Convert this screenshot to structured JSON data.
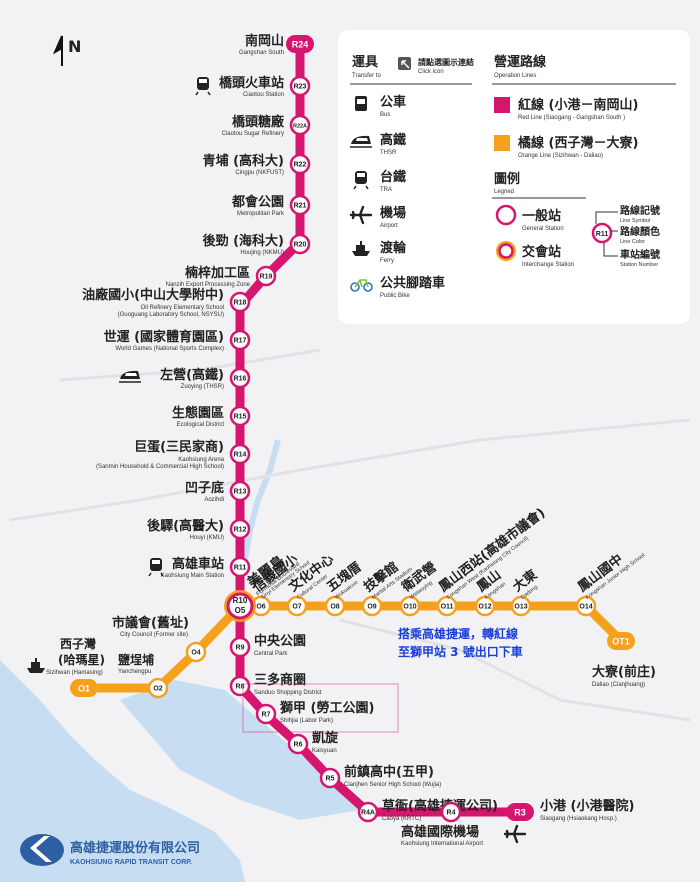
{
  "north": "N",
  "colors": {
    "red": "#d6156f",
    "orange": "#f6a11c",
    "water": "#c7def2",
    "land": "#f2f2f4",
    "road": "#e2e2e6",
    "logo": "#2f5fa3",
    "note": "#1a3fd8"
  },
  "red_stations": [
    {
      "code": "R24",
      "zh": "南岡山",
      "en": "Gangshan South",
      "terminal": true
    },
    {
      "code": "R23",
      "zh": "橋頭火車站",
      "en": "Ciaotou Station",
      "icon": "train-icon"
    },
    {
      "code": "R22A",
      "zh": "橋頭糖廠",
      "en": "Ciaotou Sugar Refinery"
    },
    {
      "code": "R22",
      "zh": "青埔 (高科大)",
      "en": "Cingpu (NKFUST)"
    },
    {
      "code": "R21",
      "zh": "都會公園",
      "en": "Metropolitan Park"
    },
    {
      "code": "R20",
      "zh": "後勁 (海科大)",
      "en": "Houjing (NKMU)"
    },
    {
      "code": "R19",
      "zh": "楠梓加工區",
      "en": "Nanzih Export Processing Zone"
    },
    {
      "code": "R18",
      "zh": "油廠國小(中山大學附中)",
      "en": "Oil Refinery Elementary School",
      "en2": "(Guoguang Laboratory School, NSYSU)"
    },
    {
      "code": "R17",
      "zh": "世運 (國家體育園區)",
      "en": "World Games (National Sports Complex)"
    },
    {
      "code": "R16",
      "zh": "左營(高鐵)",
      "en": "Zuoying (THSR)",
      "icon": "thsr-train-icon"
    },
    {
      "code": "R15",
      "zh": "生態園區",
      "en": "Ecological District"
    },
    {
      "code": "R14",
      "zh": "巨蛋(三民家商)",
      "en": "Kaohsiung Arena",
      "en2": "(Sanmin Household & Commercial High School)"
    },
    {
      "code": "R13",
      "zh": "凹子底",
      "en": "Aozihdi"
    },
    {
      "code": "R12",
      "zh": "後驛(高醫大)",
      "en": "Houyi (KMU)"
    },
    {
      "code": "R11",
      "zh": "高雄車站",
      "en": "Kaohsiung Main Station",
      "icon": "train-icon"
    },
    {
      "code": "R9",
      "zh": "中央公園",
      "en": "Central Park"
    },
    {
      "code": "R8",
      "zh": "三多商圈",
      "en": "Sanduo Shopping District"
    },
    {
      "code": "R7",
      "zh": "獅甲 (勞工公園)",
      "en": "Shihjia (Labor Park)"
    },
    {
      "code": "R6",
      "zh": "凱旋",
      "en": "Kaisyuan"
    },
    {
      "code": "R5",
      "zh": "前鎮高中(五甲)",
      "en": "Cianjhen Senior High School (Wujia)"
    },
    {
      "code": "R4A",
      "zh": "草衙(高雄捷運公司)",
      "en": "Caoya (KRTC)"
    },
    {
      "code": "R4",
      "zh": "高雄國際機場",
      "en": "Kaohsiung International Airport",
      "icon": "airplane-icon"
    },
    {
      "code": "R3",
      "zh": "小港 (小港醫院)",
      "en": "Siaogang (Hsiaokang Hosp.)",
      "terminal": true
    }
  ],
  "interchange": {
    "code": "R10",
    "code2": "O5",
    "zh": "美麗島",
    "en": "Formosa Boulevard"
  },
  "orange_stations": [
    {
      "code": "O1",
      "zh": "西子灣\n(哈瑪星)",
      "en": "Sizihwan (Hamasing)",
      "terminal": true,
      "icon": "ferry-icon"
    },
    {
      "code": "O2",
      "zh": "鹽埕埔",
      "en": "Yanchengpu"
    },
    {
      "code": "O4",
      "zh": "市議會(舊址)",
      "en": "City Council (Former site)"
    },
    {
      "code": "O6",
      "zh": "信義國小",
      "en": "Sinyi Elementary School"
    },
    {
      "code": "O7",
      "zh": "文化中心",
      "en": "Cultural Center"
    },
    {
      "code": "O8",
      "zh": "五塊厝",
      "en": "Wukuaicuo"
    },
    {
      "code": "O9",
      "zh": "技擊館",
      "en": "Martial Arts Stadium"
    },
    {
      "code": "O10",
      "zh": "衛武營",
      "en": "Weiwuying"
    },
    {
      "code": "O11",
      "zh": "鳳山西站(高雄市議會)",
      "en": "Fongshan West (Kaohsiung City Council)"
    },
    {
      "code": "O12",
      "zh": "鳳山",
      "en": "Fongshan"
    },
    {
      "code": "O13",
      "zh": "大東",
      "en": "Dadong"
    },
    {
      "code": "O14",
      "zh": "鳳山國中",
      "en": "Fongshan Junior High School"
    },
    {
      "code": "OT1",
      "zh": "大寮(前庄)",
      "en": "Daliao (Cianjhuang)",
      "terminal": true
    }
  ],
  "legend": {
    "transfer_zh": "運具",
    "transfer_en": "Transfer to",
    "click_zh": "請點選圖示連結",
    "click_en": "Click icon",
    "lines_zh": "營運路線",
    "lines_en": "Operation Lines",
    "transfers": [
      {
        "icon": "bus-icon",
        "zh": "公車",
        "en": "Bus"
      },
      {
        "icon": "thsr-icon",
        "zh": "高鐵",
        "en": "THSR"
      },
      {
        "icon": "tra-icon",
        "zh": "台鐵",
        "en": "TRA"
      },
      {
        "icon": "airplane-icon",
        "zh": "機場",
        "en": "Airport"
      },
      {
        "icon": "ferry-icon",
        "zh": "渡輪",
        "en": "Ferry"
      },
      {
        "icon": "bike-icon",
        "zh": "公共腳踏車",
        "en": "Public Bike"
      }
    ],
    "red_line_zh": "紅線 (小港－南岡山)",
    "red_line_en": "Red Line (Siaogang - Gangshan South )",
    "orange_line_zh": "橘線 (西子灣－大寮)",
    "orange_line_en": "Orange Line (Sizihwan - Daliao)",
    "key_zh": "圖例",
    "key_en": "Legned",
    "general_zh": "一般站",
    "general_en": "General Station",
    "interchange_zh": "交會站",
    "interchange_en": "Interchange Station",
    "sample_code": "R11",
    "line_symbol_zh": "路線記號",
    "line_symbol_en": "Line Symbol",
    "line_color_zh": "路線顏色",
    "line_color_en": "Line Color",
    "station_number_zh": "車站編號",
    "station_number_en": "Station Number"
  },
  "note_lines": [
    "搭乘高雄捷運，轉紅線",
    "至獅甲站 3 號出口下車"
  ],
  "company": {
    "zh": "高雄捷運股份有限公司",
    "en": "KAOHSIUNG RAPID TRANSIT CORP."
  }
}
